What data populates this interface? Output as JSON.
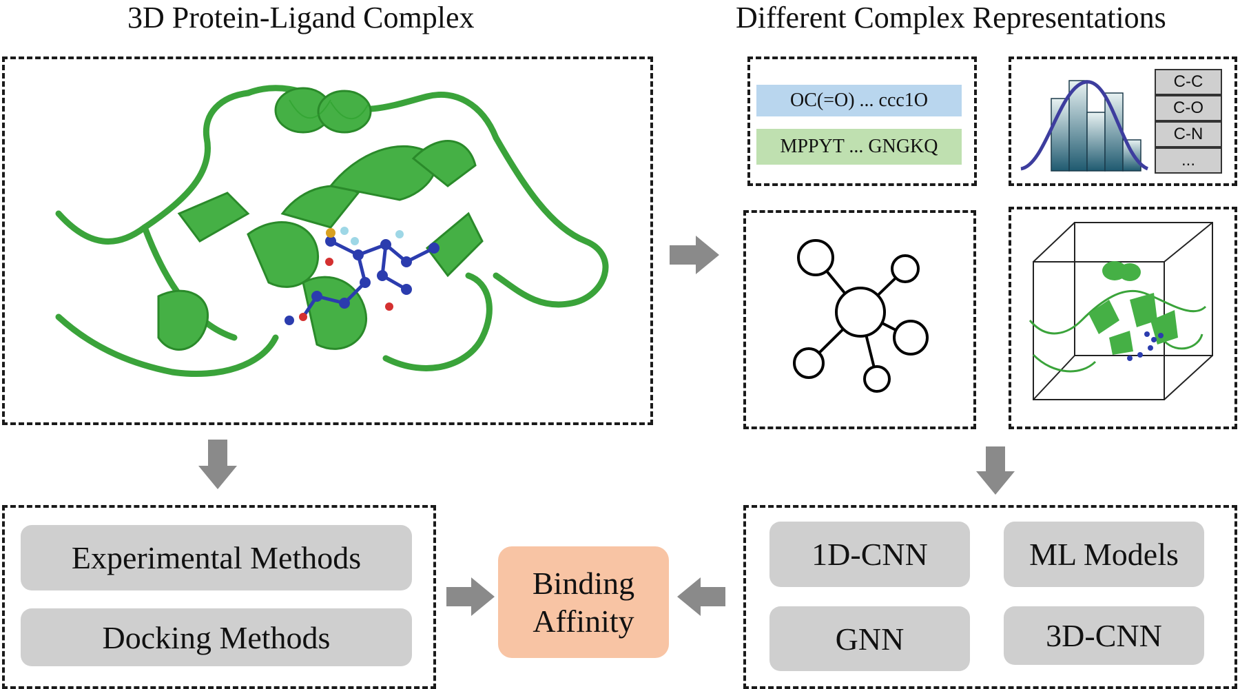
{
  "titles": {
    "left": "3D Protein-Ligand Complex",
    "right": "Different Complex Representations"
  },
  "sequences": {
    "smiles": "OC(=O) ... ccc1O",
    "protein": "MPPYT ... GNGKQ",
    "smiles_color": "#b9d6ee",
    "protein_color": "#bfe0b0"
  },
  "bond_types": [
    "C-C",
    "C-O",
    "C-N",
    "..."
  ],
  "methods": {
    "experimental": "Experimental Methods",
    "docking": "Docking Methods"
  },
  "models": {
    "cnn1d": "1D-CNN",
    "ml": "ML Models",
    "gnn": "GNN",
    "cnn3d": "3D-CNN"
  },
  "affinity": {
    "line1": "Binding",
    "line2": "Affinity",
    "color": "#f8c4a4"
  },
  "colors": {
    "protein": "#3aa33a",
    "ligand": "#2b3cae",
    "arrow": "#8a8a8a",
    "pill": "#cfcfcf",
    "histogram_bar": "#1f5a70",
    "curve": "#3d3d9e"
  },
  "icons": [
    "protein-ribbon-icon",
    "graph-icon",
    "histogram-icon",
    "voxel-grid-icon",
    "arrow-icon"
  ]
}
